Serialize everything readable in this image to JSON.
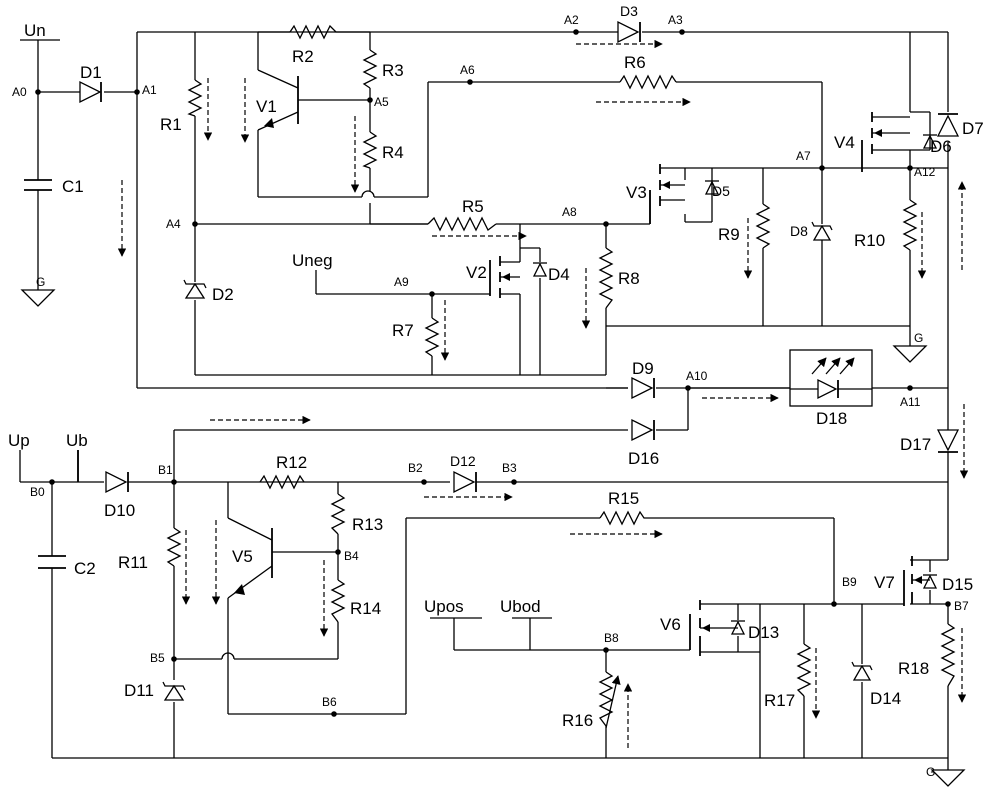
{
  "components": {
    "Un": "Un",
    "Up": "Up",
    "Ub": "Ub",
    "Uneg": "Uneg",
    "Upos": "Upos",
    "Ubod": "Ubod",
    "G1": "G",
    "G2": "G",
    "G3": "G",
    "D1": "D1",
    "D2": "D2",
    "D3": "D3",
    "D4": "D4",
    "D5": "D5",
    "D6": "D6",
    "D7": "D7",
    "D8": "D8",
    "D9": "D9",
    "D10": "D10",
    "D11": "D11",
    "D12": "D12",
    "D13": "D13",
    "D14": "D14",
    "D15": "D15",
    "D16": "D16",
    "D17": "D17",
    "D18": "D18",
    "R1": "R1",
    "R2": "R2",
    "R3": "R3",
    "R4": "R4",
    "R5": "R5",
    "R6": "R6",
    "R7": "R7",
    "R8": "R8",
    "R9": "R9",
    "R10": "R10",
    "R11": "R11",
    "R12": "R12",
    "R13": "R13",
    "R14": "R14",
    "R15": "R15",
    "R16": "R16",
    "R17": "R17",
    "R18": "R18",
    "C1": "C1",
    "C2": "C2",
    "V1": "V1",
    "V2": "V2",
    "V3": "V3",
    "V4": "V4",
    "V5": "V5",
    "V6": "V6",
    "V7": "V7"
  },
  "nodes": {
    "A0": "A0",
    "A1": "A1",
    "A2": "A2",
    "A3": "A3",
    "A4": "A4",
    "A5": "A5",
    "A6": "A6",
    "A7": "A7",
    "A8": "A8",
    "A9": "A9",
    "A10": "A10",
    "A11": "A11",
    "A12": "A12",
    "B0": "B0",
    "B1": "B1",
    "B2": "B2",
    "B3": "B3",
    "B4": "B4",
    "B5": "B5",
    "B6": "B6",
    "B7": "B7",
    "B8": "B8",
    "B9": "B9"
  }
}
